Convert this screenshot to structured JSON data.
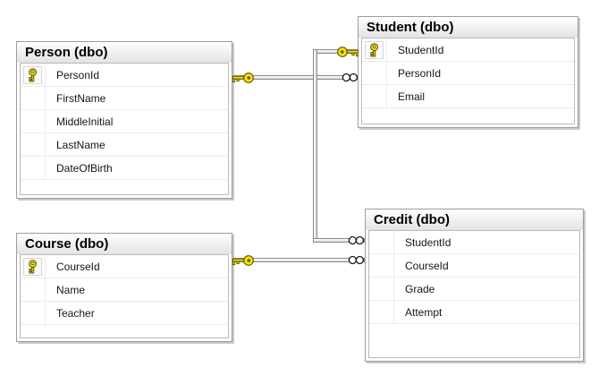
{
  "diagram": {
    "kind": "database-er-diagram",
    "tables": [
      {
        "id": "person",
        "title": "Person (dbo)",
        "columns": [
          {
            "name": "PersonId",
            "pk": true
          },
          {
            "name": "FirstName",
            "pk": false
          },
          {
            "name": "MiddleInitial",
            "pk": false
          },
          {
            "name": "LastName",
            "pk": false
          },
          {
            "name": "DateOfBirth",
            "pk": false
          }
        ]
      },
      {
        "id": "student",
        "title": "Student (dbo)",
        "columns": [
          {
            "name": "StudentId",
            "pk": true
          },
          {
            "name": "PersonId",
            "pk": false
          },
          {
            "name": "Email",
            "pk": false
          }
        ]
      },
      {
        "id": "course",
        "title": "Course (dbo)",
        "columns": [
          {
            "name": "CourseId",
            "pk": true
          },
          {
            "name": "Name",
            "pk": false
          },
          {
            "name": "Teacher",
            "pk": false
          }
        ]
      },
      {
        "id": "credit",
        "title": "Credit (dbo)",
        "columns": [
          {
            "name": "StudentId",
            "pk": false
          },
          {
            "name": "CourseId",
            "pk": false
          },
          {
            "name": "Grade",
            "pk": false
          },
          {
            "name": "Attempt",
            "pk": false
          }
        ]
      }
    ],
    "relationships": [
      {
        "one_side": "Person.PersonId",
        "many_side": "Student.PersonId",
        "one_symbol": "key",
        "many_symbol": "infinity"
      },
      {
        "one_side": "Student.StudentId",
        "many_side": "Credit.StudentId",
        "one_symbol": "key",
        "many_symbol": "infinity"
      },
      {
        "one_side": "Course.CourseId",
        "many_side": "Credit.CourseId",
        "one_symbol": "key",
        "many_symbol": "infinity"
      }
    ],
    "colors": {
      "key_fill": "#F9E400",
      "key_outline": "#5a5000",
      "pipe_border": "#8a8a8a",
      "frame_border": "#9d9d9d",
      "header_gradient_end": "#e3e3e3",
      "row_divider": "#ececec",
      "text": "#000000"
    }
  }
}
